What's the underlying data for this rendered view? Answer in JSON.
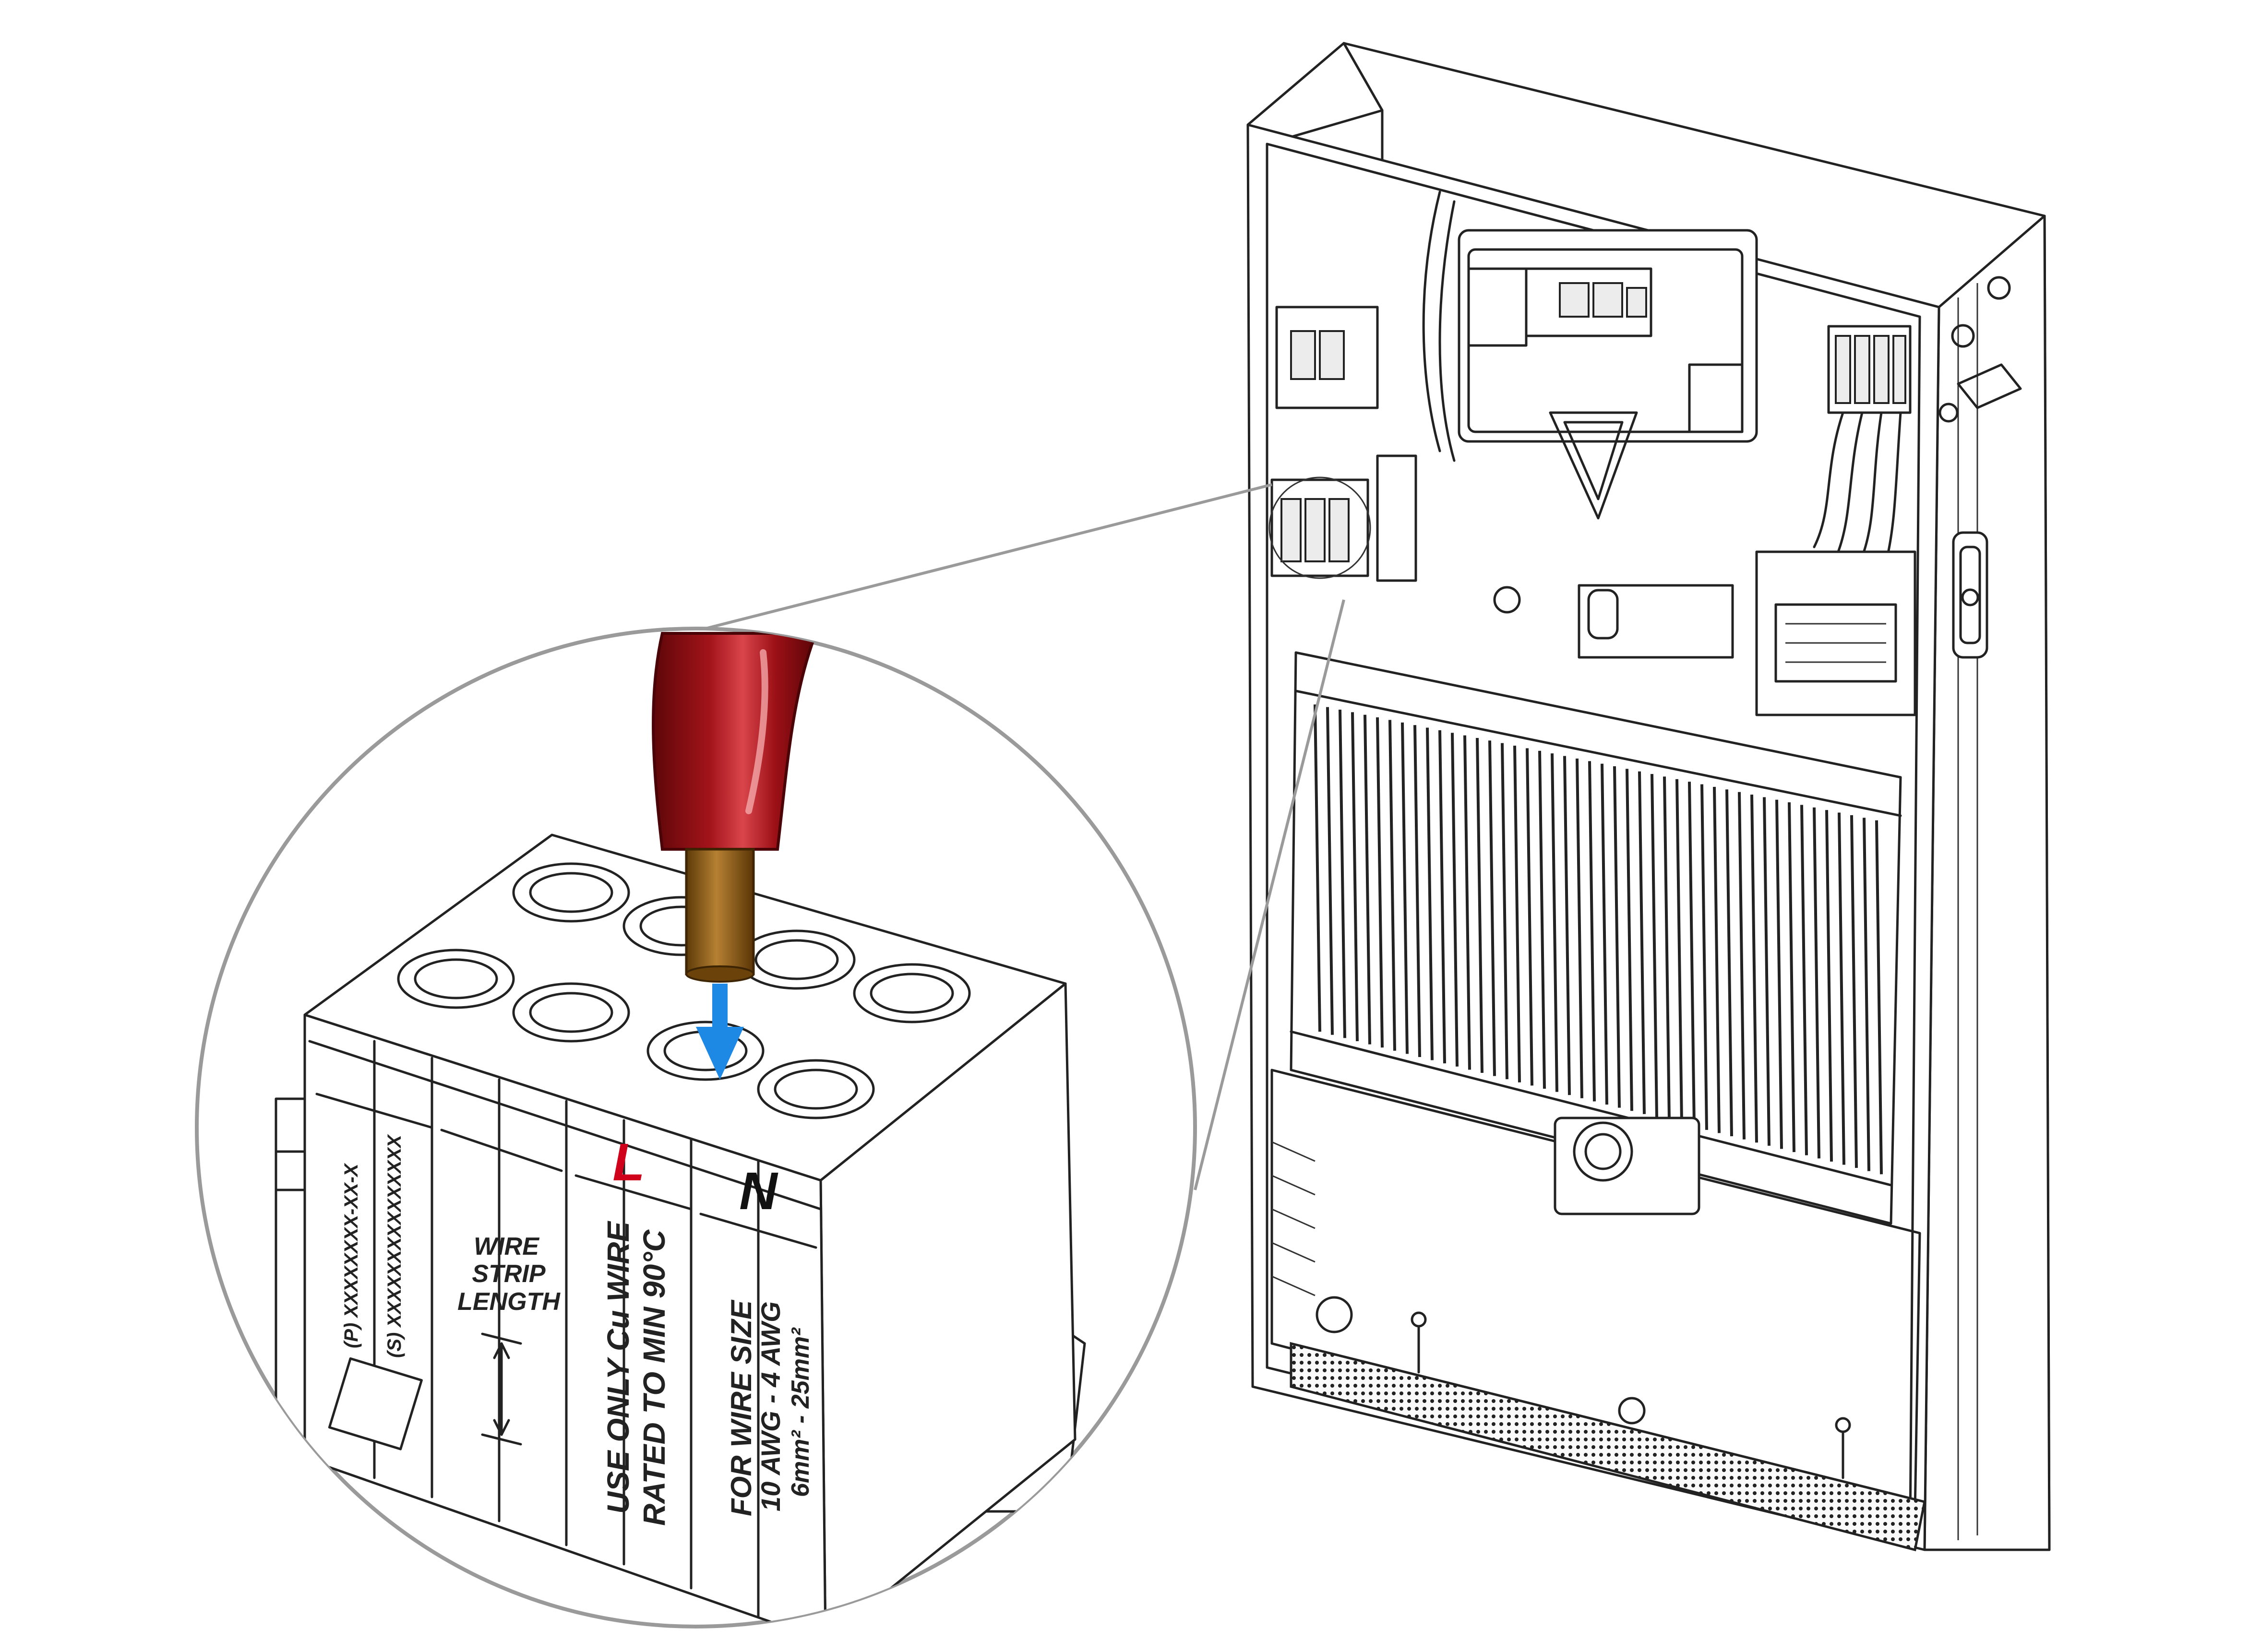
{
  "colors": {
    "background": "#ffffff",
    "line": "#222222",
    "callout": "#9a9a9a",
    "wire_insulation": "#8e0f12",
    "wire_conductor": "#8a5a12",
    "arrow": "#1e88e5",
    "label_L": "#d0021b",
    "label_N": "#111111"
  },
  "terminal_block": {
    "label_L": "L",
    "label_N": "N",
    "part_p": "(P) XXXXXXXX-XX-X",
    "part_s": "(S) XXXXXXXXXXXXXXX",
    "strip_line1": "WIRE",
    "strip_line2": "STRIP",
    "strip_line3": "LENGTH",
    "wire_line1": "USE ONLY Cu WIRE",
    "wire_line2": "RATED TO MIN 90°C",
    "size_line1": "FOR WIRE SIZE",
    "size_line2": "10 AWG - 4 AWG",
    "size_line3": "6mm² - 25mm²"
  },
  "icons": {
    "insert_arrow": "arrow-down-icon",
    "screw": "torx-screw-icon"
  }
}
